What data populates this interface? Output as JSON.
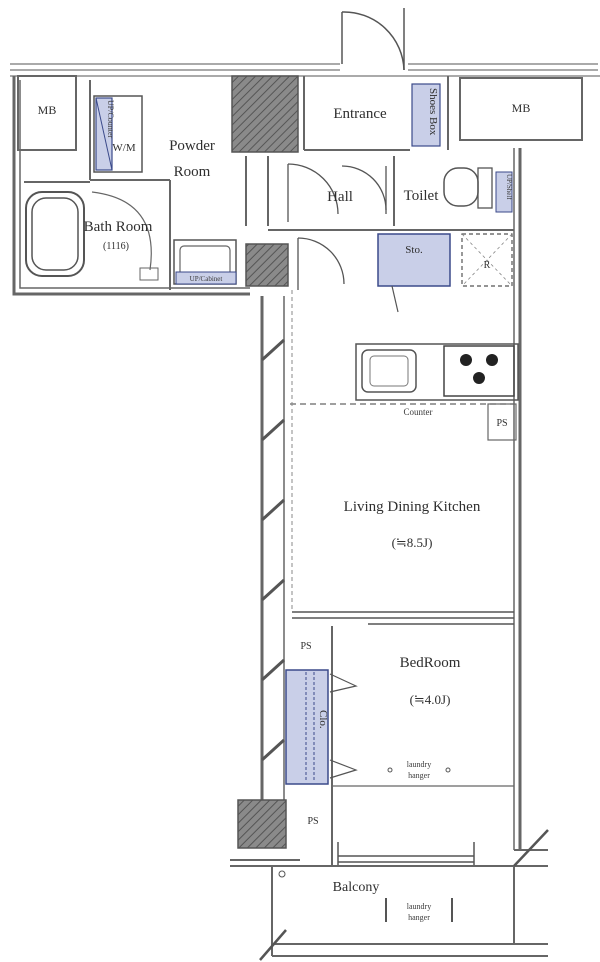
{
  "floor_plan": {
    "rooms": {
      "mb_left": "MB",
      "mb_right": "MB",
      "powder_room_line1": "Powder",
      "powder_room_line2": "Room",
      "wm": "W/M",
      "up_counter": "UP/Counter",
      "bath_room": "Bath Room",
      "bath_size": "(1116)",
      "up_cabinet": "UP/Cabinet",
      "entrance": "Entrance",
      "shoes_box": "Shoes Box",
      "hall": "Hall",
      "toilet": "Toilet",
      "up_shelf": "UP/Shelf",
      "storage": "Sto.",
      "refrigerator": "R",
      "counter": "Counter",
      "ps_kitchen": "PS",
      "ldk": "Living Dining Kitchen",
      "ldk_size": "(≒8.5J)",
      "ps_bedroom": "PS",
      "bedroom": "BedRoom",
      "bedroom_size": "(≒4.0J)",
      "closet": "Clo.",
      "laundry_bedroom_1": "laundry",
      "laundry_bedroom_2": "hanger",
      "ps_lower": "PS",
      "balcony": "Balcony",
      "laundry_balcony_1": "laundry",
      "laundry_balcony_2": "hanger"
    },
    "colors": {
      "wall": "#666666",
      "wall_dark": "#4a4a4a",
      "fixture_fill": "#c9cfe8",
      "fixture_stroke": "#3b4a8a",
      "line": "#555555"
    }
  }
}
